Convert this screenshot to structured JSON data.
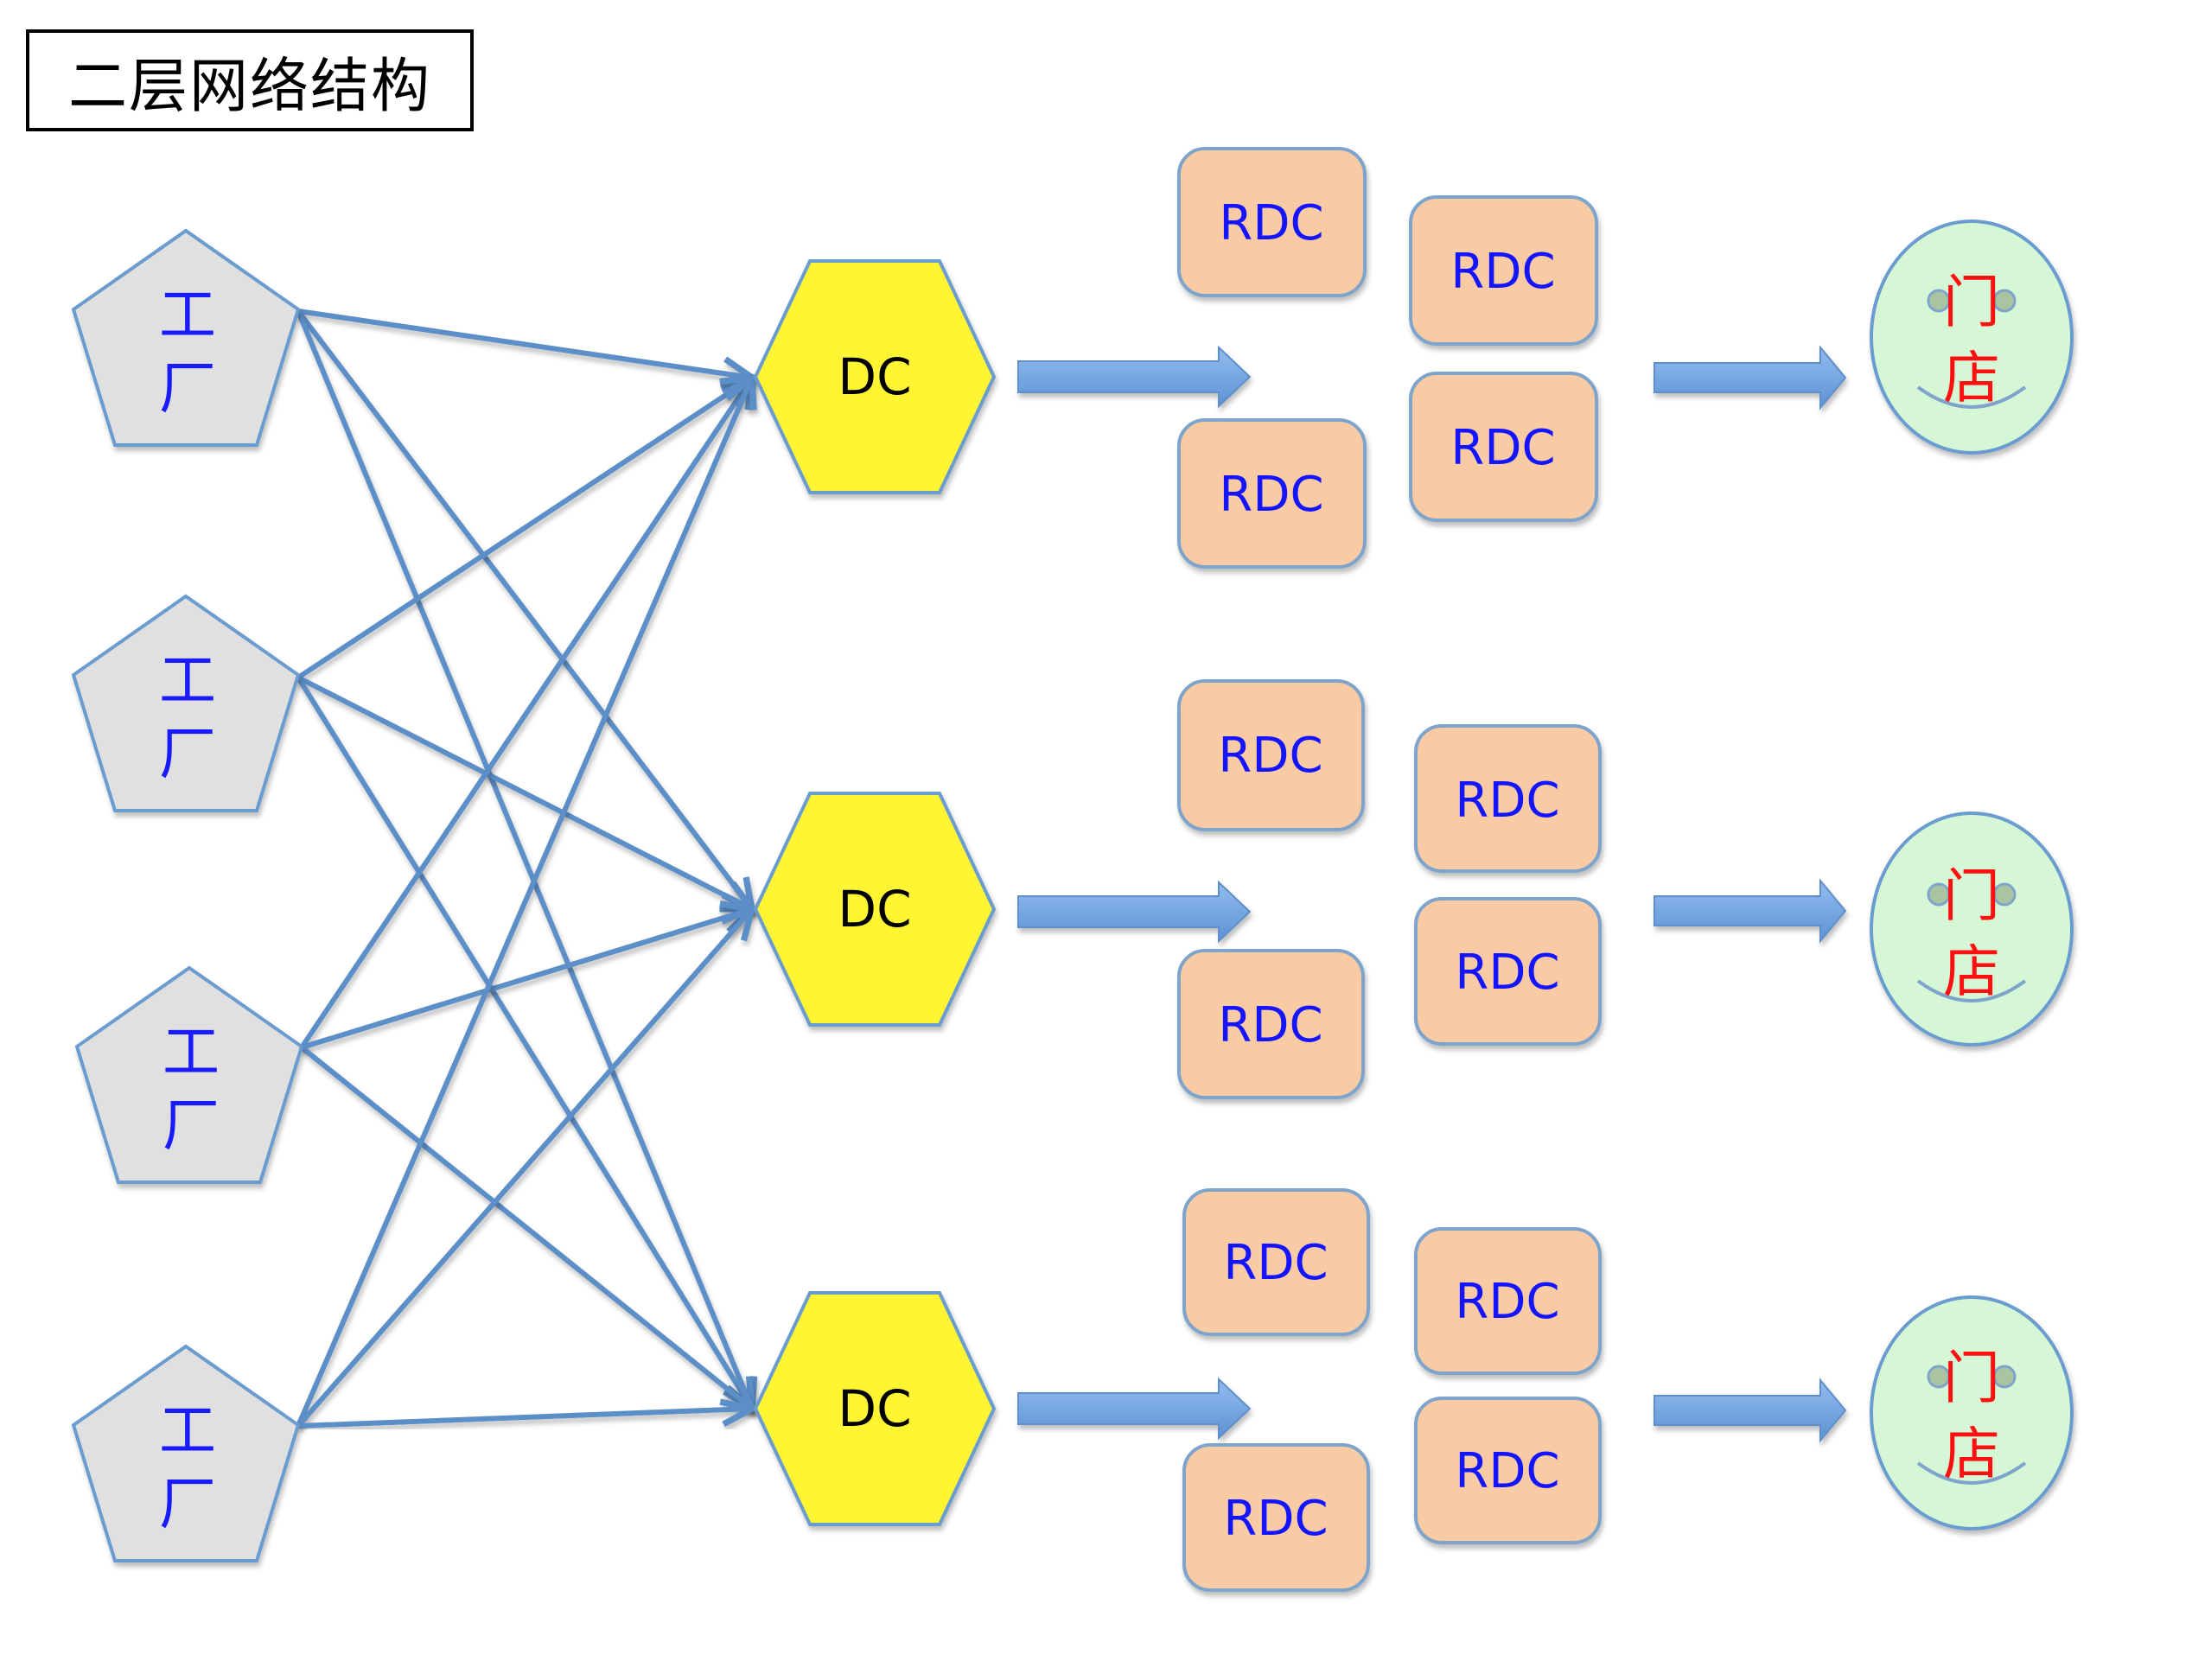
{
  "title": "二层网络结构",
  "colors": {
    "factory_fill": "#e0e0e0",
    "outline": "#6a9ccf",
    "link_line": "#5b8ec7",
    "factory_text": "#1a1aff",
    "dc_fill": "#fff533",
    "dc_text": "#000000",
    "rdc_fill": "#f8cba4",
    "rdc_text": "#1414ff",
    "block_arrow": "#7aa9e2",
    "store_fill": "#d6f7d6",
    "store_eye": "#a9c4a0",
    "store_text": "#ff1010"
  },
  "factories": [
    {
      "line1": "工",
      "line2": "厂"
    },
    {
      "line1": "工",
      "line2": "厂"
    },
    {
      "line1": "工",
      "line2": "厂"
    },
    {
      "line1": "工",
      "line2": "厂"
    }
  ],
  "dcs": [
    {
      "label": "DC"
    },
    {
      "label": "DC"
    },
    {
      "label": "DC"
    }
  ],
  "links": [
    {
      "from": 0,
      "to": 0
    },
    {
      "from": 0,
      "to": 1
    },
    {
      "from": 0,
      "to": 2
    },
    {
      "from": 1,
      "to": 0
    },
    {
      "from": 1,
      "to": 1
    },
    {
      "from": 1,
      "to": 2
    },
    {
      "from": 2,
      "to": 0
    },
    {
      "from": 2,
      "to": 1
    },
    {
      "from": 2,
      "to": 2
    },
    {
      "from": 3,
      "to": 0
    },
    {
      "from": 3,
      "to": 1
    },
    {
      "from": 3,
      "to": 2
    }
  ],
  "rdc_groups": [
    {
      "rdcs": [
        {
          "label": "RDC"
        },
        {
          "label": "RDC"
        },
        {
          "label": "RDC"
        },
        {
          "label": "RDC"
        }
      ]
    },
    {
      "rdcs": [
        {
          "label": "RDC"
        },
        {
          "label": "RDC"
        },
        {
          "label": "RDC"
        },
        {
          "label": "RDC"
        }
      ]
    },
    {
      "rdcs": [
        {
          "label": "RDC"
        },
        {
          "label": "RDC"
        },
        {
          "label": "RDC"
        },
        {
          "label": "RDC"
        }
      ]
    }
  ],
  "stores": [
    {
      "line1": "门",
      "line2": "店"
    },
    {
      "line1": "门",
      "line2": "店"
    },
    {
      "line1": "门",
      "line2": "店"
    }
  ]
}
